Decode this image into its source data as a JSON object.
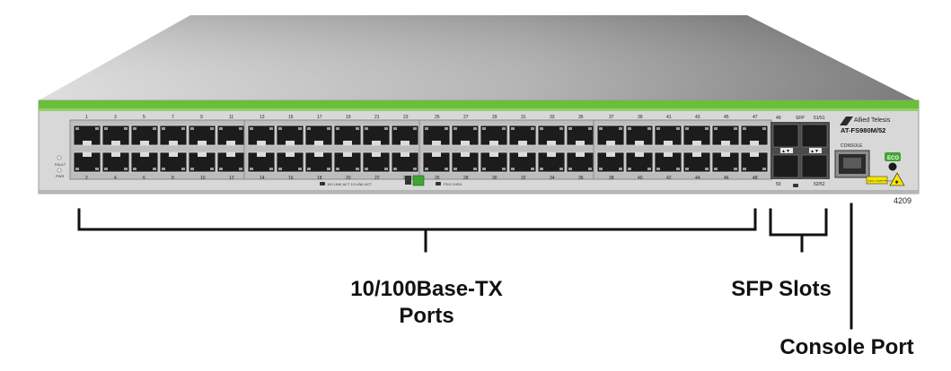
{
  "device": {
    "brand": "Allied Telesis",
    "model": "AT-FS980M/52",
    "console_label": "CONSOLE",
    "fault_label": "FAULT",
    "pwr_label": "PWR",
    "sfp_header": {
      "left": "49",
      "mid": "SFP",
      "right": "51/51"
    },
    "sfp_footer": {
      "left": "50",
      "right": "52/52"
    },
    "legend_left": "100 LINK   ACT   10 LINK   ACT",
    "legend_right": "FDX  CHDX",
    "eco_label": "ECO",
    "laser_label": "CLASS 1 LASER PRODUCT",
    "figure_code": "4209",
    "port_top_numbers": [
      "1",
      "3",
      "5",
      "7",
      "9",
      "11",
      "13",
      "15",
      "17",
      "19",
      "21",
      "23",
      "25",
      "27",
      "29",
      "31",
      "33",
      "35",
      "37",
      "39",
      "41",
      "43",
      "45",
      "47"
    ],
    "port_bottom_numbers": [
      "2",
      "4",
      "6",
      "8",
      "10",
      "12",
      "14",
      "16",
      "18",
      "20",
      "22",
      "24",
      "26",
      "28",
      "30",
      "32",
      "34",
      "36",
      "38",
      "40",
      "42",
      "44",
      "46",
      "48"
    ],
    "colors": {
      "green_strip": "#6abf3a",
      "panel": "#dcdcdc",
      "port": "#1a1a1a",
      "lid_light": "#d9d9d9",
      "lid_dark": "#7d7d7d"
    }
  },
  "callouts": {
    "ports_line1": "10/100Base-TX",
    "ports_line2": "Ports",
    "sfp": "SFP Slots",
    "console": "Console Port"
  }
}
